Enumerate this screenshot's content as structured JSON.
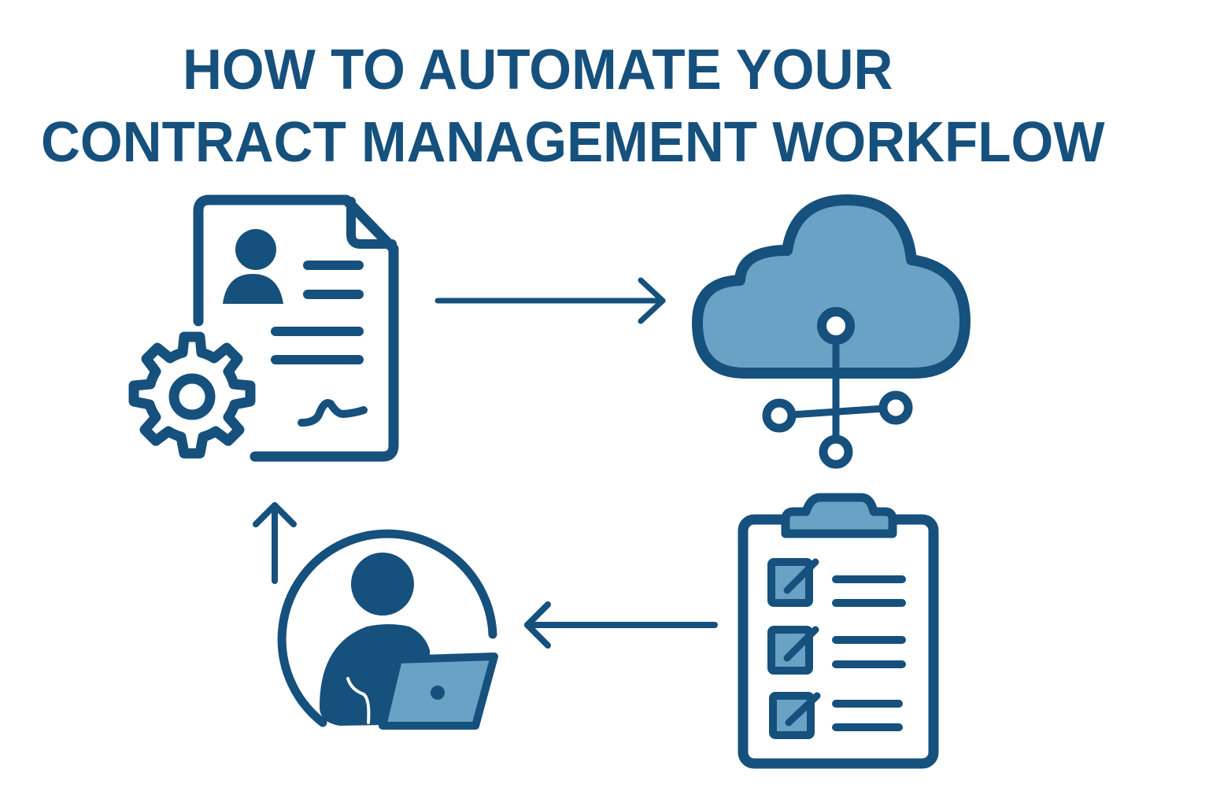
{
  "title": {
    "line1": "HOW TO AUTOMATE YOUR",
    "line2": "CONTRACT MANAGEMENT WORKFLOW"
  },
  "colors": {
    "primary": "#16507d",
    "fill_light": "#6aa2c6",
    "background": "#ffffff"
  },
  "diagram": {
    "nodes": [
      {
        "id": "contract-automation",
        "icon": "contract-document-gear-icon"
      },
      {
        "id": "cloud-storage",
        "icon": "cloud-network-icon"
      },
      {
        "id": "checklist-review",
        "icon": "clipboard-checklist-icon"
      },
      {
        "id": "user-laptop",
        "icon": "person-laptop-icon"
      }
    ],
    "edges": [
      {
        "from": "contract-automation",
        "to": "cloud-storage",
        "direction": "right"
      },
      {
        "from": "checklist-review",
        "to": "user-laptop",
        "direction": "left"
      },
      {
        "from": "user-laptop",
        "to": "contract-automation",
        "direction": "up"
      }
    ]
  }
}
